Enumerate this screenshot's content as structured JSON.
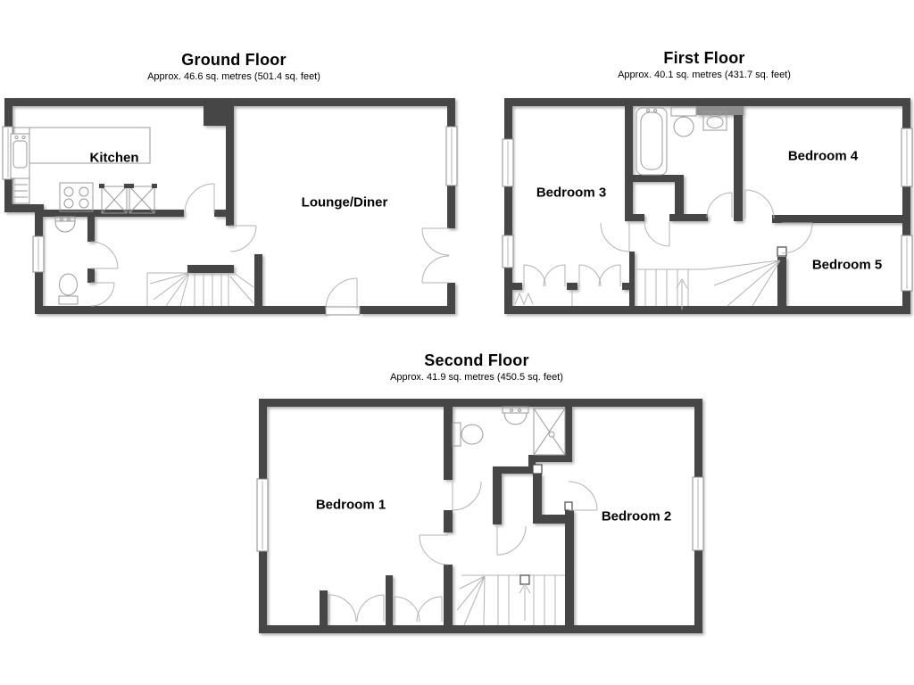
{
  "colors": {
    "wall": "#464646",
    "door_line": "#b3b3b3",
    "fixture_line": "#9a9a9a",
    "window_frame": "#8c8c8c",
    "bulkhead": "#8d8d8d",
    "background": "#ffffff",
    "text": "#000000"
  },
  "floors": [
    {
      "title": "Ground Floor",
      "subtitle": "Approx. 46.6 sq. metres (501.4 sq. feet)",
      "rooms": [
        {
          "label": "Kitchen"
        },
        {
          "label": "Lounge/Diner"
        }
      ]
    },
    {
      "title": "First Floor",
      "subtitle": "Approx. 40.1 sq. metres (431.7 sq. feet)",
      "rooms": [
        {
          "label": "Bedroom 3"
        },
        {
          "label": "Bedroom 4"
        },
        {
          "label": "Bedroom 5"
        }
      ]
    },
    {
      "title": "Second Floor",
      "subtitle": "Approx. 41.9 sq. metres (450.5 sq. feet)",
      "rooms": [
        {
          "label": "Bedroom 1"
        },
        {
          "label": "Bedroom 2"
        }
      ]
    }
  ]
}
